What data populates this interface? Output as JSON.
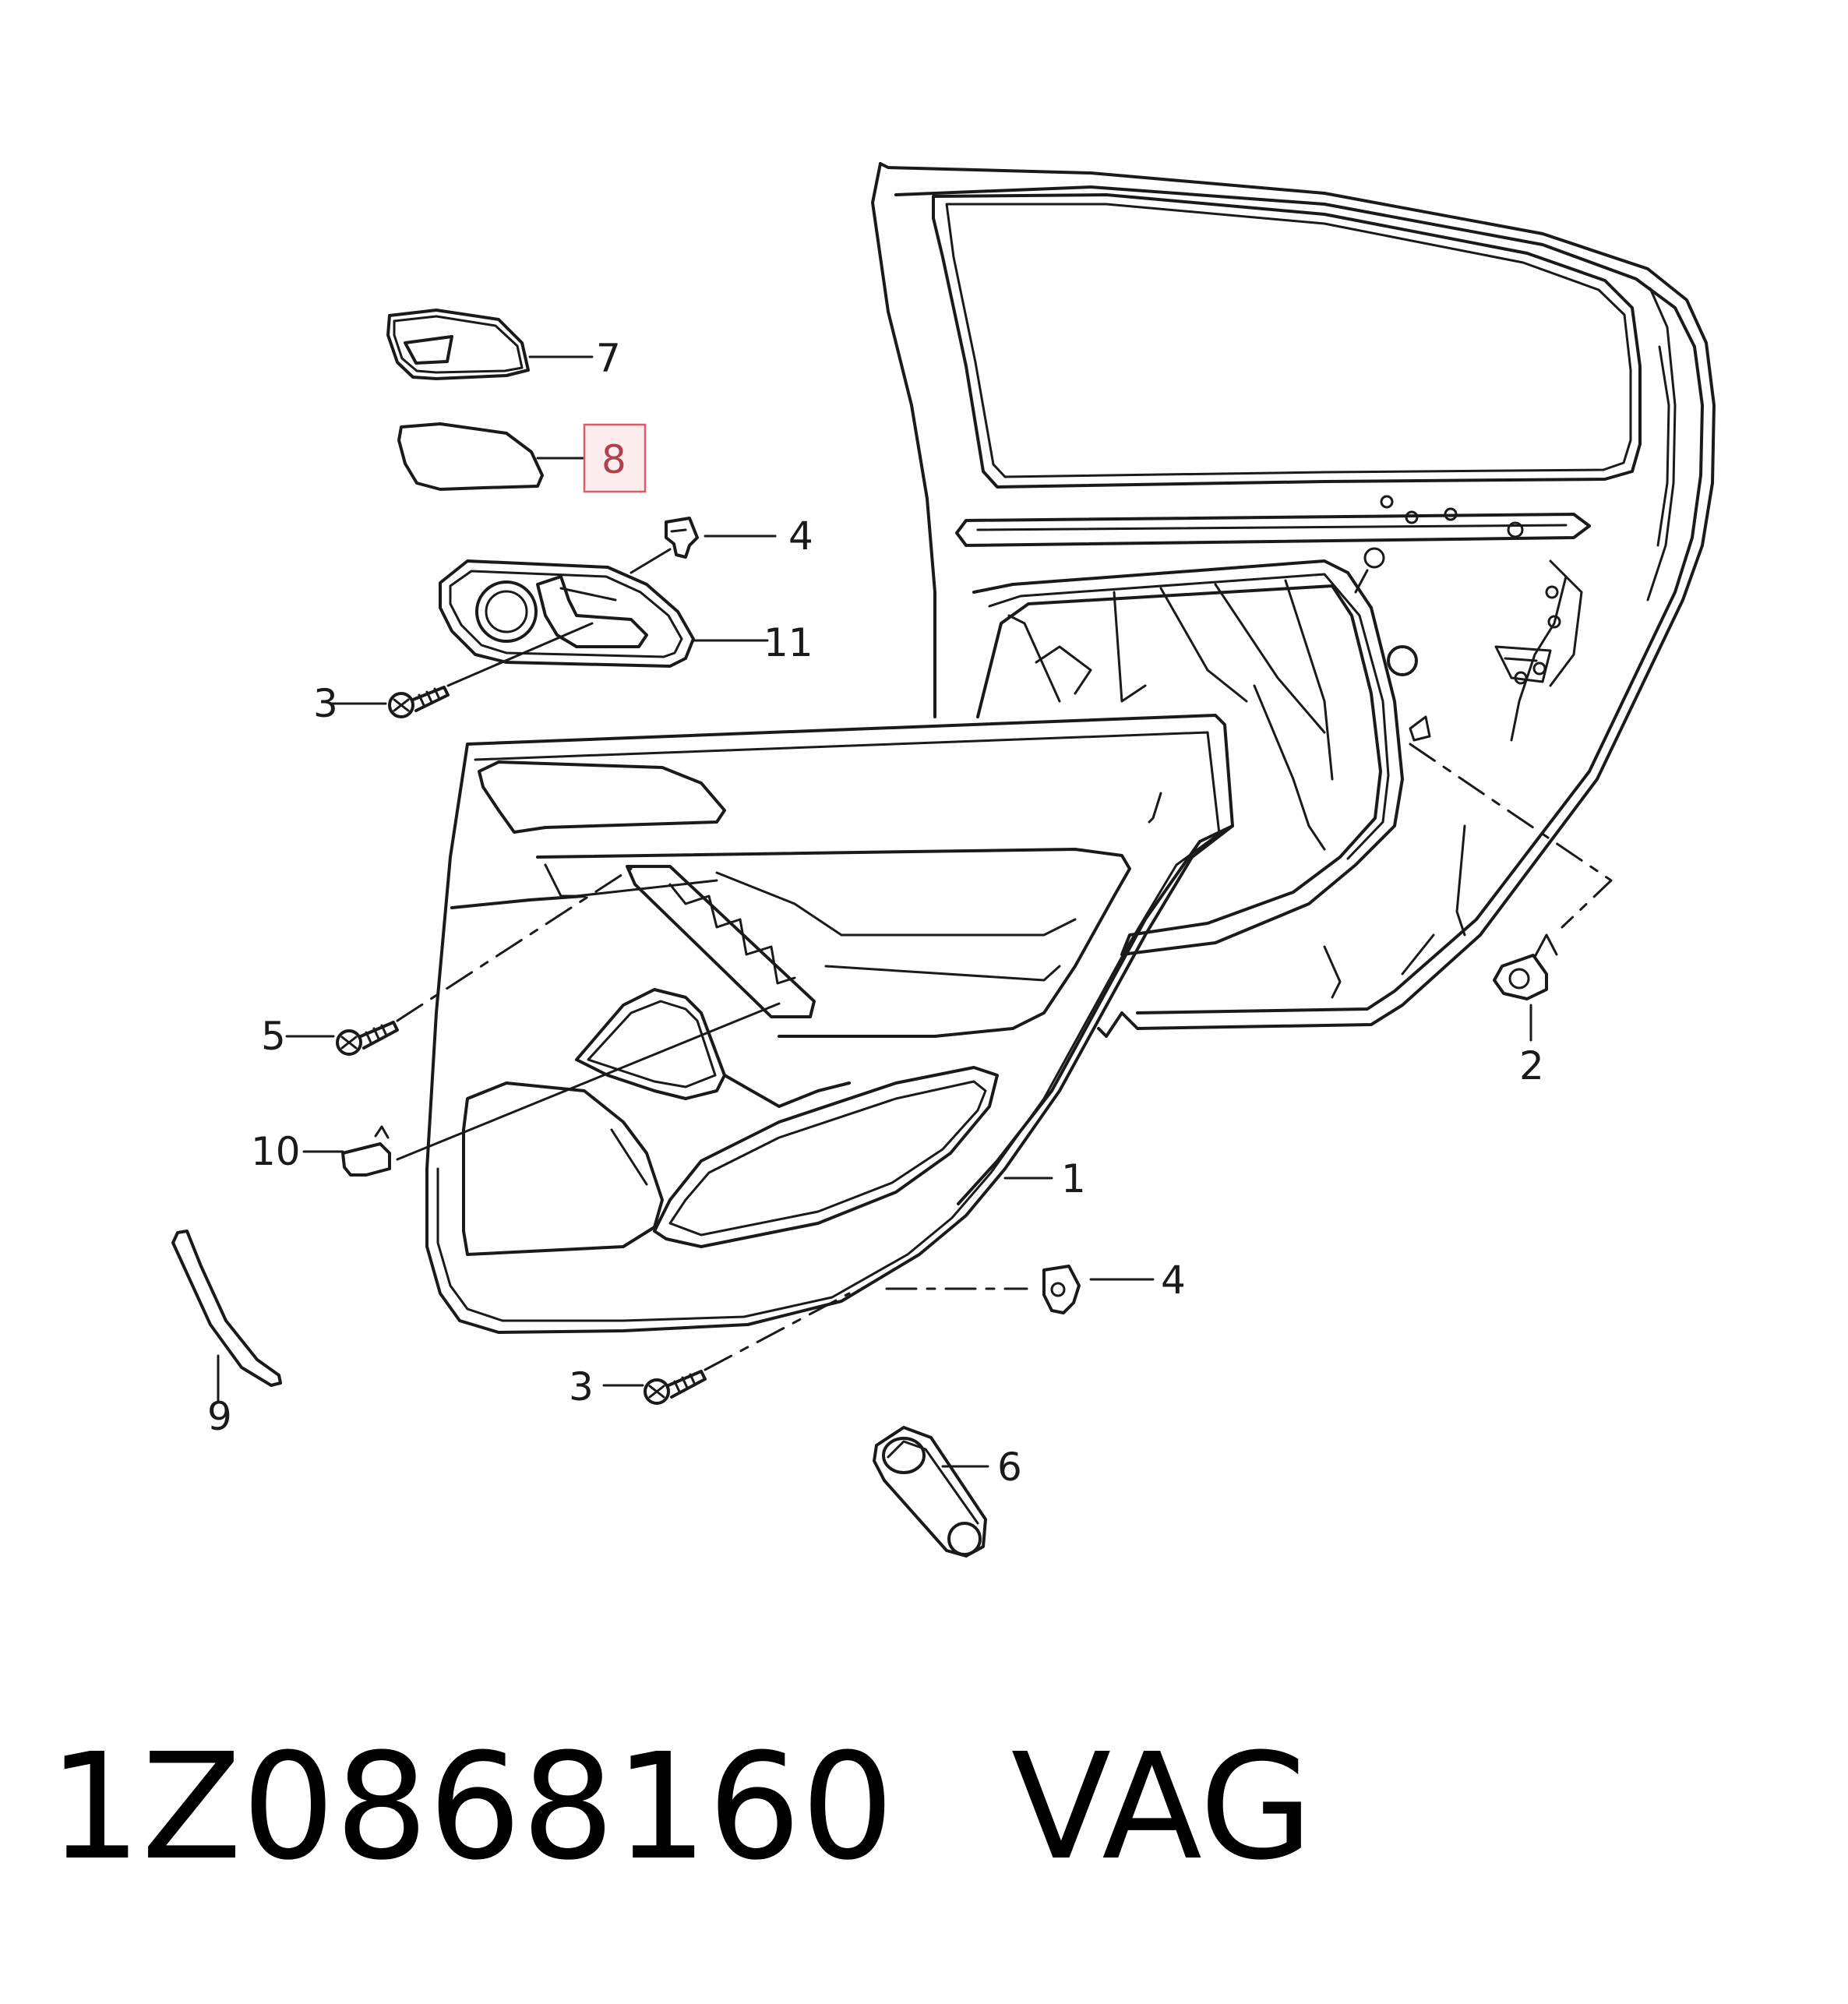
{
  "callouts": {
    "c1": "1",
    "c2": "2",
    "c3a": "3",
    "c3b": "3",
    "c4a": "4",
    "c4b": "4",
    "c5": "5",
    "c6": "6",
    "c7": "7",
    "c8": "8",
    "c9": "9",
    "c10": "10",
    "c11": "11"
  },
  "highlighted_callout": "8",
  "highlight_color": "#e05a6a",
  "part_number": "1Z0868160",
  "brand": "VAG"
}
